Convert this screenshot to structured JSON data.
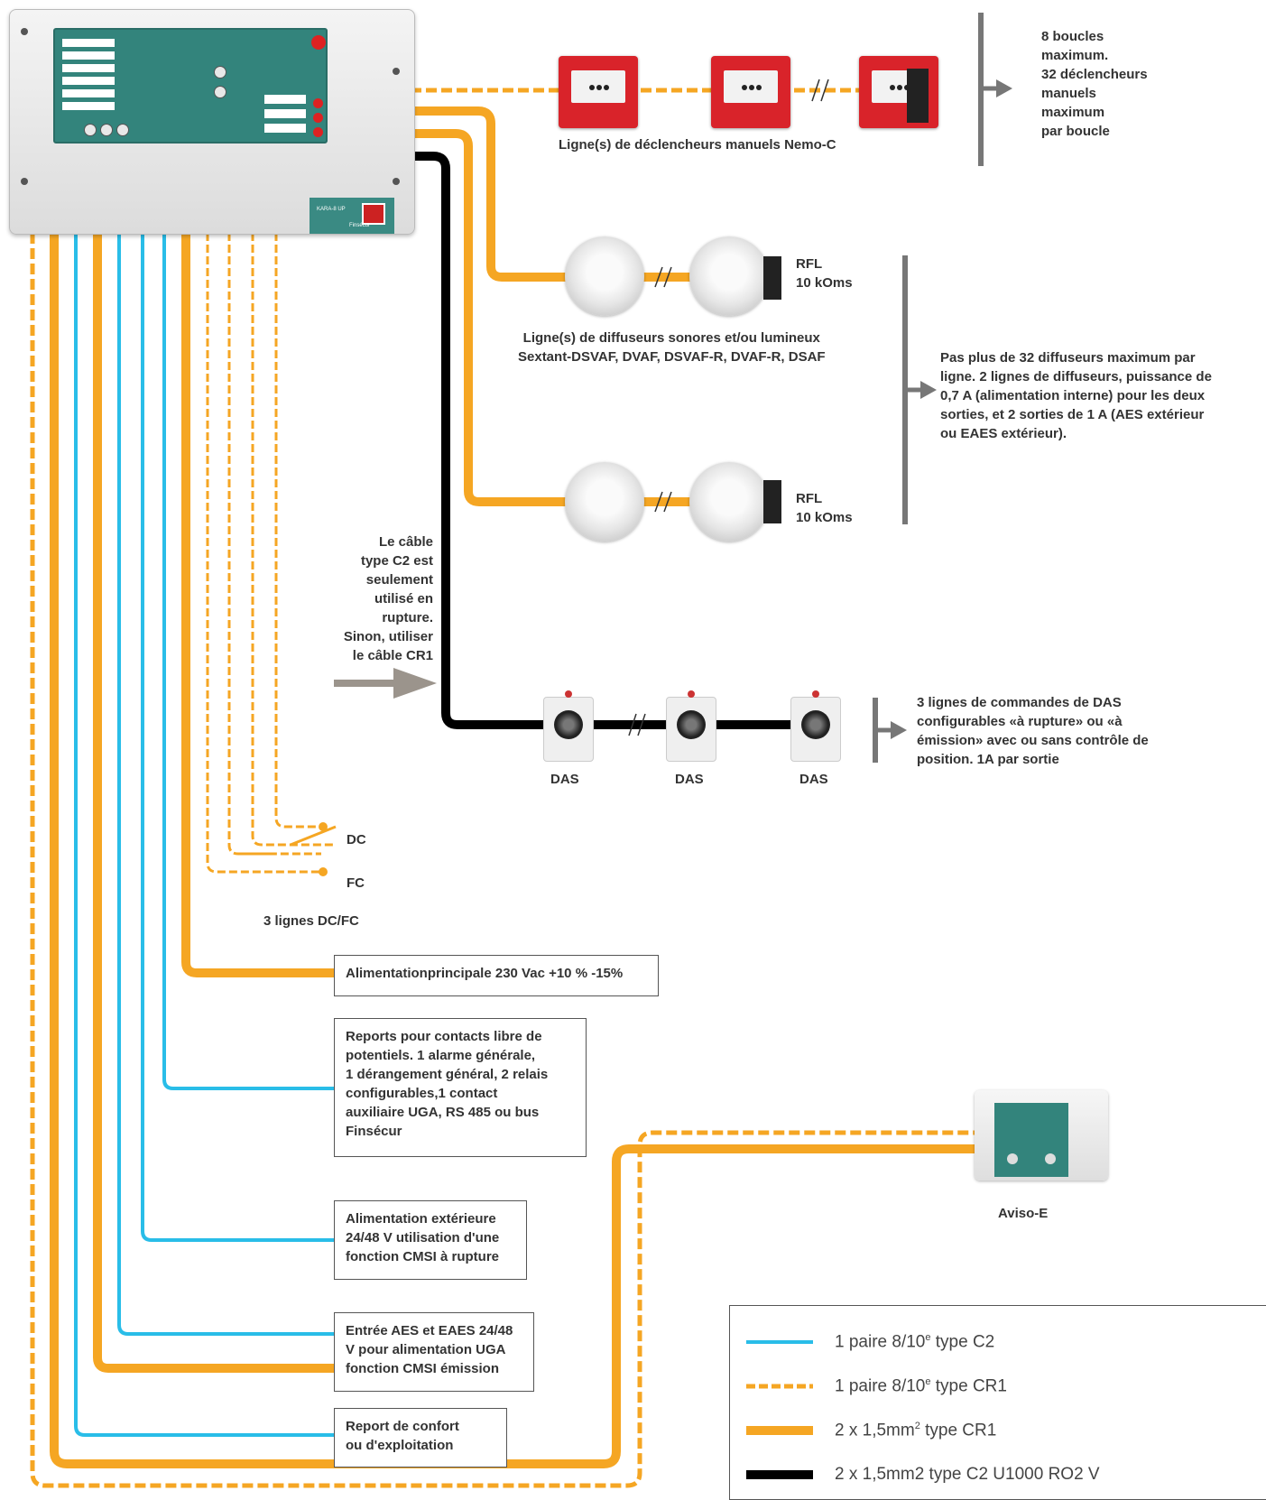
{
  "diagram": {
    "panel_model": "KARA-8 UP",
    "panel_brand": "Finsécur",
    "mcp_line_label": "Ligne(s) de déclencheurs manuels Nemo-C",
    "loops_note": [
      "8 boucles",
      "maximum.",
      "32 déclencheurs",
      "manuels",
      "maximum",
      "par boucle"
    ],
    "sounder_line_label": [
      "Ligne(s) de diffuseurs sonores et/ou lumineux",
      "Sextant-DSVAF, DVAF, DSVAF-R, DVAF-R, DSAF"
    ],
    "rfl_label": "RFL",
    "rfl_value": "10 kOms",
    "sounder_note": [
      "Pas plus de 32 diffuseurs maximum par",
      "ligne. 2 lignes de diffuseurs, puissance de",
      "0,7 A (alimentation interne) pour les deux",
      "sorties, et 2 sorties de 1 A (AES extérieur",
      "ou EAES extérieur)."
    ],
    "c2_note": [
      "Le câble",
      "type C2 est",
      "seulement",
      "utilisé en",
      "rupture.",
      "Sinon, utiliser",
      "le câble CR1"
    ],
    "das_label": "DAS",
    "das_note": [
      "3 lignes de commandes de DAS",
      "configurables «à rupture» ou «à",
      "émission» avec ou sans contrôle de",
      "position. 1A par sortie"
    ],
    "dc_label": "DC",
    "fc_label": "FC",
    "dcfc_label": "3 lignes DC/FC",
    "box_power": "Alimentationprincipale 230 Vac +10 % -15%",
    "box_relays": [
      "Reports pour contacts libre de",
      "potentiels. 1 alarme générale,",
      "1 dérangement général, 2 relais",
      "configurables,1 contact",
      "auxiliaire UGA, RS 485 ou bus",
      "Finsécur"
    ],
    "box_ext_power": [
      "Alimentation extérieure",
      "24/48 V utilisation d'une",
      "fonction CMSI à rupture"
    ],
    "box_aes": [
      "Entrée AES et EAES 24/48",
      "V pour alimentation UGA",
      "fonction CMSI émission"
    ],
    "box_comfort": [
      "Report de confort",
      "ou d'exploitation"
    ],
    "aviso_label": "Aviso-E"
  },
  "legend": {
    "items": [
      {
        "text": "1 paire 8/10",
        "sup": "e",
        "after": " type C2",
        "color": "#29bde8",
        "style": "solid-thin"
      },
      {
        "text": "1 paire 8/10",
        "sup": "e",
        "after": " type CR1",
        "color": "#f5a623",
        "style": "dashed"
      },
      {
        "text": "2 x 1,5mm",
        "sup": "2",
        "after": " type CR1",
        "color": "#f5a623",
        "style": "solid-thick"
      },
      {
        "text": "2 x 1,5mm2 type C2 U1000 RO2 V",
        "sup": "",
        "after": "",
        "color": "#000000",
        "style": "solid-thick"
      }
    ]
  },
  "colors": {
    "orange": "#f5a623",
    "blue": "#29bde8",
    "black": "#000000",
    "gray": "#777777",
    "arrow": "#9b948c"
  }
}
